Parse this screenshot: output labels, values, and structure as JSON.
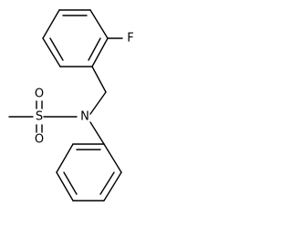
{
  "structure": {
    "atom_labels": {
      "fluorine": "F",
      "nitrogen": "N",
      "sulfur": "S",
      "oxygen_upper": "O",
      "oxygen_lower": "O"
    }
  }
}
